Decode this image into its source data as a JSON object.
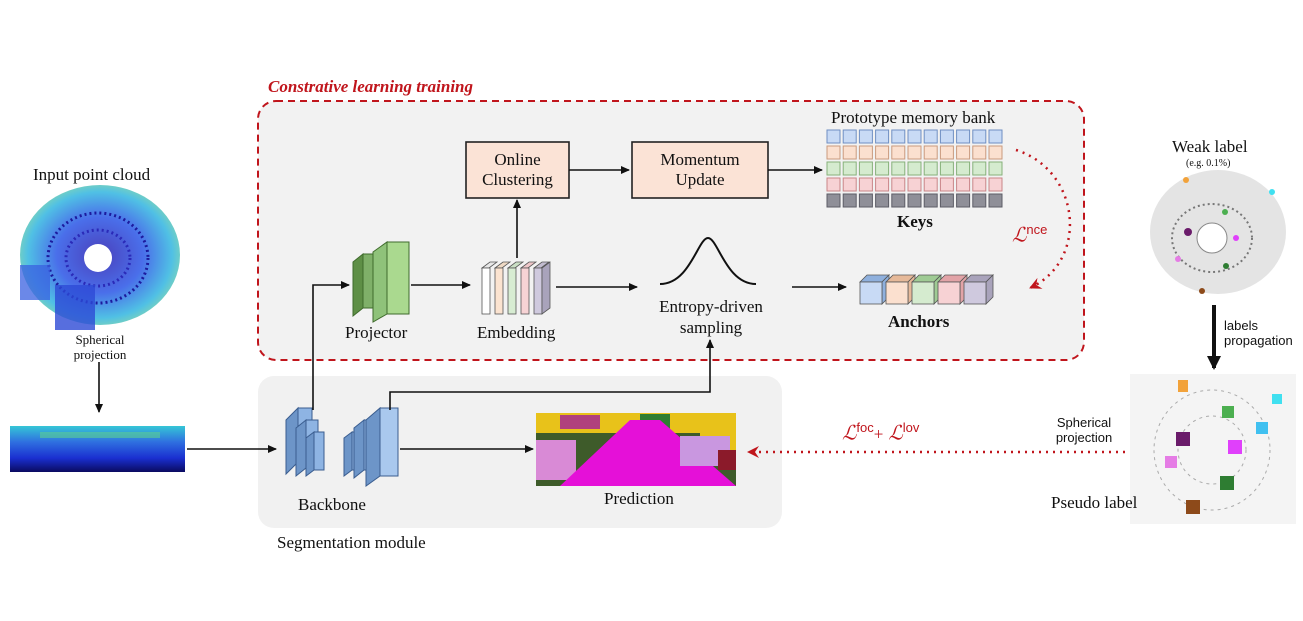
{
  "contrastive": {
    "title": "Constrative learning training",
    "memory_bank": "Prototype memory bank",
    "keys": "Keys",
    "anchors": "Anchors",
    "online_clustering": [
      "Online",
      "Clustering"
    ],
    "momentum_update": [
      "Momentum",
      "Update"
    ],
    "projector": "Projector",
    "embedding": "Embedding",
    "sampling": [
      "Entropy-driven",
      "sampling"
    ],
    "loss_nce": "nce"
  },
  "segmentation": {
    "module": "Segmentation module",
    "backbone": "Backbone",
    "prediction": "Prediction",
    "loss_foc": "foc",
    "plus": "+",
    "loss_lov": "lov"
  },
  "input": {
    "title": "Input point cloud",
    "spherical": [
      "Spherical",
      "projection"
    ]
  },
  "weak": {
    "title": "Weak label",
    "subtitle": "(e.g. 0.1%)",
    "propagation": [
      "labels",
      "propagation"
    ],
    "spherical": [
      "Spherical",
      "projection"
    ],
    "pseudo": "Pseudo label"
  },
  "colors": {
    "dashed_border": "#c0151c",
    "panel_fill": "#f2f2f2",
    "box_fill": "#fbe3d6",
    "projector_green": "#7fb069",
    "backbone_blue": "#8eb4e3"
  },
  "icons": {
    "loss_symbol": "script-L"
  }
}
